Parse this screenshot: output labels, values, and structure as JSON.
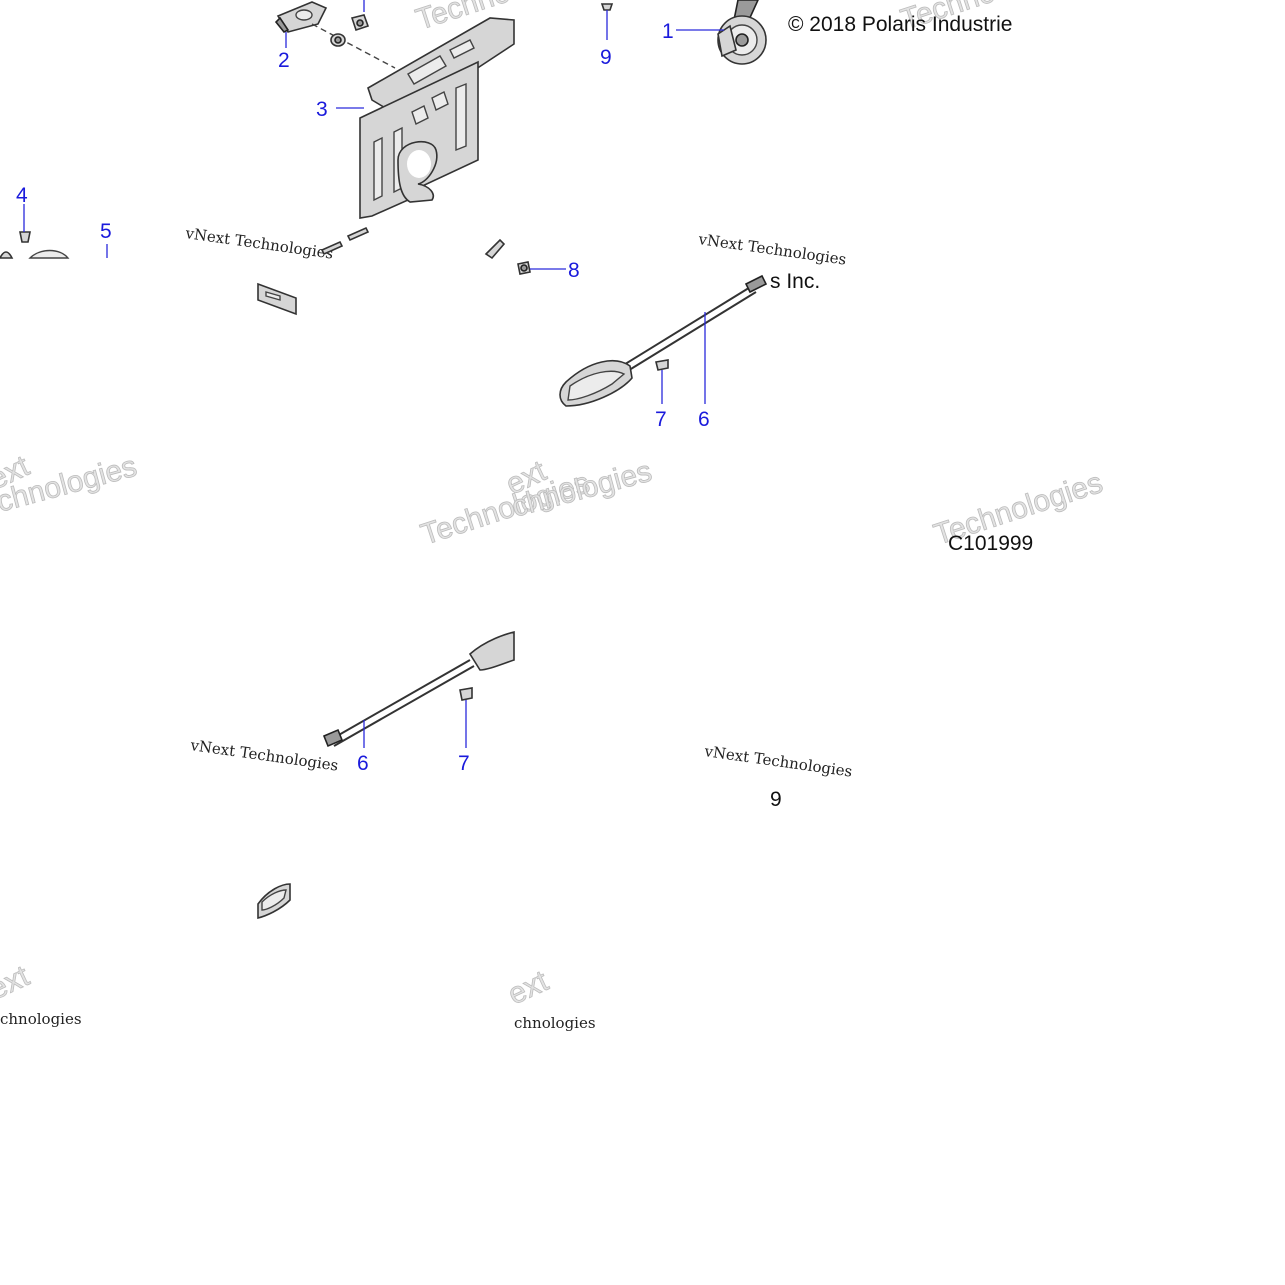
{
  "copyright": "© 2018 Polaris Industrie",
  "copyright_fragment": "s Inc.",
  "figure_id": "C101999",
  "stray_label": "9",
  "watermark": {
    "serif": "vNext Technologies",
    "large": "Technologies",
    "large_short": "ext",
    "fragment": "chnologies"
  },
  "callouts": {
    "c1": "1",
    "c2": "2",
    "c3": "3",
    "c4": "4",
    "c5": "5",
    "c6a": "6",
    "c7a": "7",
    "c8": "8",
    "c9": "9",
    "c6b": "6",
    "c7b": "7"
  },
  "colors": {
    "callout": "#1a1adc",
    "leader": "#2a2adc",
    "background": "#ffffff"
  }
}
